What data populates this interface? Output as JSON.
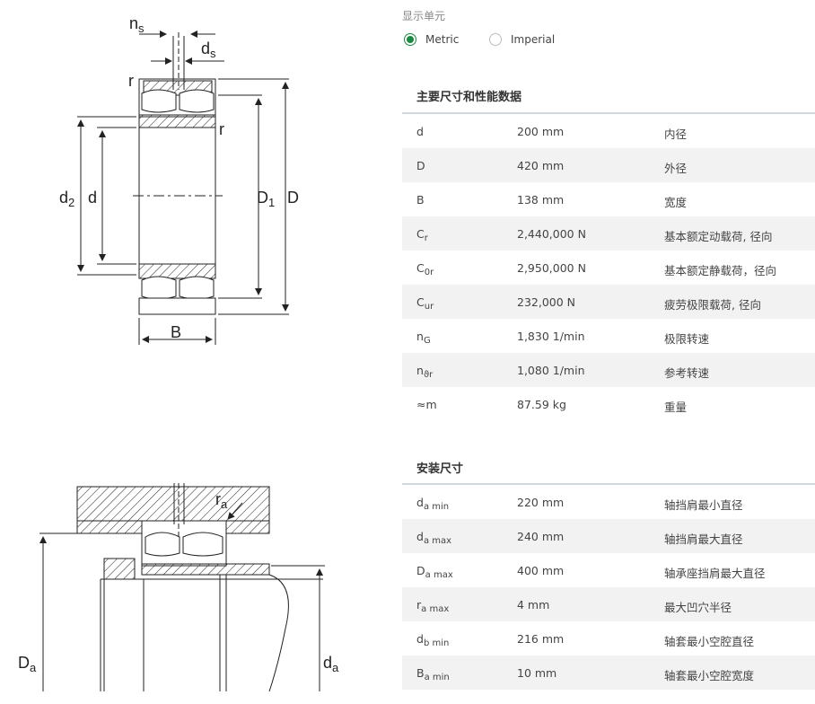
{
  "unit_display": {
    "title": "显示单元",
    "options": [
      {
        "label": "Metric",
        "selected": true
      },
      {
        "label": "Imperial",
        "selected": false
      }
    ]
  },
  "main_dimensions": {
    "title": "主要尺寸和性能数据",
    "rows": [
      {
        "sym": "d",
        "sub": "",
        "value": "200 mm",
        "desc": "内径"
      },
      {
        "sym": "D",
        "sub": "",
        "value": "420 mm",
        "desc": "外径"
      },
      {
        "sym": "B",
        "sub": "",
        "value": "138 mm",
        "desc": "宽度"
      },
      {
        "sym": "C",
        "sub": "r",
        "value": "2,440,000 N",
        "desc": "基本额定动载荷, 径向"
      },
      {
        "sym": "C",
        "sub": "0r",
        "value": "2,950,000 N",
        "desc": "基本额定静载荷，径向"
      },
      {
        "sym": "C",
        "sub": "ur",
        "value": "232,000 N",
        "desc": "疲劳极限载荷, 径向"
      },
      {
        "sym": "n",
        "sub": "G",
        "value": "1,830 1/min",
        "desc": "极限转速"
      },
      {
        "sym": "n",
        "sub": "ϑr",
        "value": "1,080 1/min",
        "desc": "参考转速"
      },
      {
        "sym": "≈m",
        "sub": "",
        "value": "87.59 kg",
        "desc": "重量"
      }
    ]
  },
  "mounting_dimensions": {
    "title": "安装尺寸",
    "rows": [
      {
        "sym": "d",
        "sub": "a min",
        "value": "220 mm",
        "desc": "轴挡肩最小直径"
      },
      {
        "sym": "d",
        "sub": "a max",
        "value": "240 mm",
        "desc": "轴挡肩最大直径"
      },
      {
        "sym": "D",
        "sub": "a max",
        "value": "400 mm",
        "desc": "轴承座挡肩最大直径"
      },
      {
        "sym": "r",
        "sub": "a max",
        "value": "4 mm",
        "desc": "最大凹穴半径"
      },
      {
        "sym": "d",
        "sub": "b min",
        "value": "216 mm",
        "desc": "轴套最小空腔直径"
      },
      {
        "sym": "B",
        "sub": "a min",
        "value": "10 mm",
        "desc": "轴套最小空腔宽度"
      }
    ]
  },
  "drawing_labels": {
    "ns": "n",
    "ns_sub": "s",
    "ds": "d",
    "ds_sub": "s",
    "r1": "r",
    "r2": "r",
    "d2": "d",
    "d2_sub": "2",
    "d": "d",
    "D1": "D",
    "D1_sub": "1",
    "D": "D",
    "B": "B",
    "ra": "r",
    "ra_sub": "a",
    "Da": "D",
    "Da_sub": "a",
    "da": "d",
    "da_sub": "a"
  }
}
